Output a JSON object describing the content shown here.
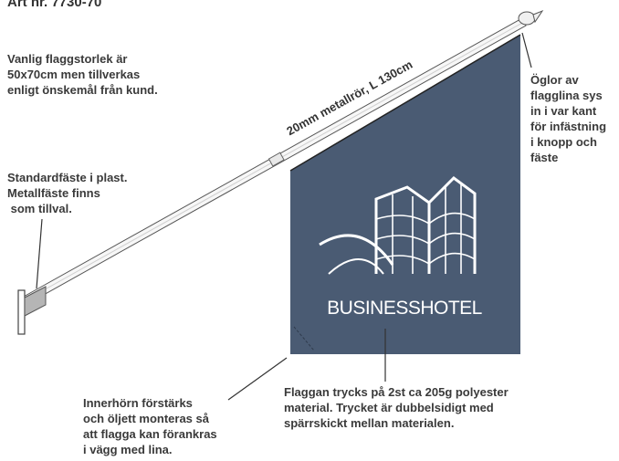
{
  "title": "Art nr. 7730-70",
  "size_note": [
    "Vanlig flaggstorlek är",
    "50x70cm men tillverkas",
    "enligt önskemål från kund."
  ],
  "bracket_note": [
    "Standardfäste i plast.",
    "Metallfäste finns",
    " som tillval."
  ],
  "pole_label": "20mm metallrör, L 130cm",
  "loops_note": [
    "Öglor av",
    "flagglina sys",
    "in i var kant",
    "för infästning",
    "i knopp och",
    "fäste"
  ],
  "corner_note": [
    "Innerhörn förstärks",
    "och öljett monteras så",
    "att flagga kan förankras",
    "i vägg med lina."
  ],
  "print_note": [
    "Flaggan trycks på 2st ca 205g polyester",
    "material. Trycket är dubbelsidigt med",
    "spärrskickt mellan materialen."
  ],
  "logo": {
    "name": "BUSINESSHOTEL"
  },
  "colors": {
    "flag": "#4a5b73",
    "text": "#3a3a3a",
    "logo": "#ffffff",
    "pole": "#f5f5f5"
  }
}
